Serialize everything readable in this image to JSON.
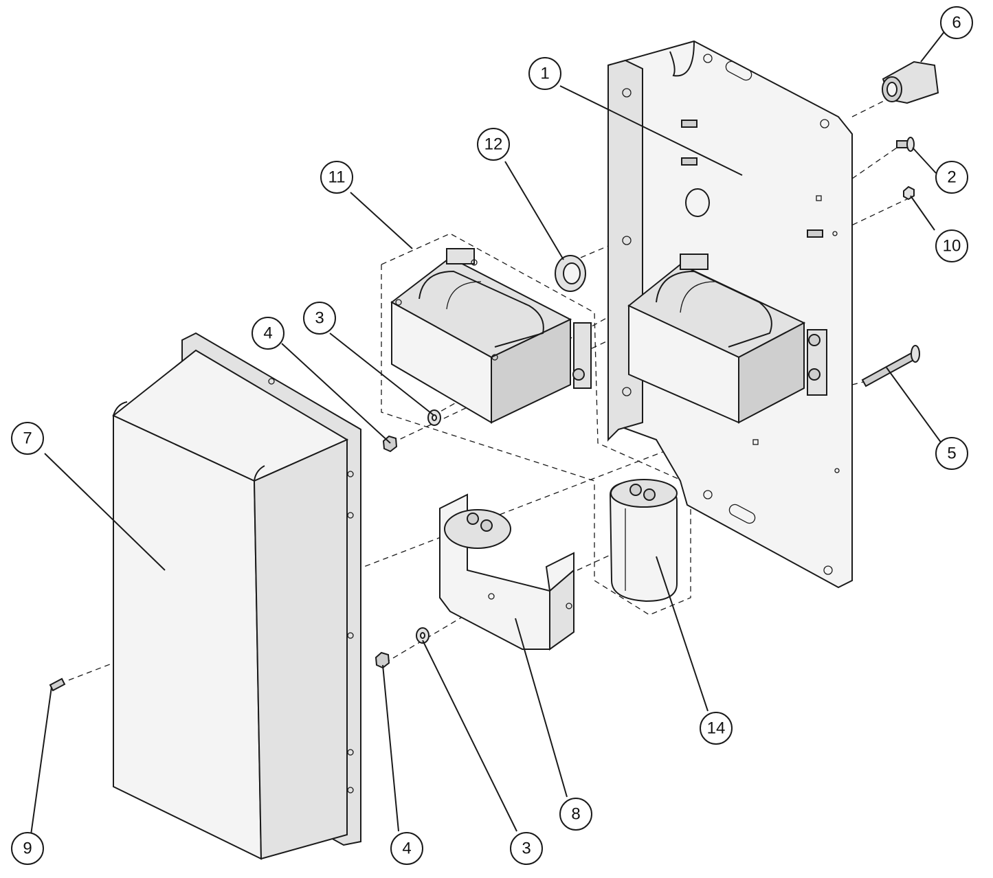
{
  "diagram": {
    "callouts": [
      {
        "id": "c1",
        "label": "1"
      },
      {
        "id": "c2",
        "label": "2"
      },
      {
        "id": "c3a",
        "label": "3"
      },
      {
        "id": "c3b",
        "label": "3"
      },
      {
        "id": "c4a",
        "label": "4"
      },
      {
        "id": "c4b",
        "label": "4"
      },
      {
        "id": "c5",
        "label": "5"
      },
      {
        "id": "c6",
        "label": "6"
      },
      {
        "id": "c7",
        "label": "7"
      },
      {
        "id": "c8",
        "label": "8"
      },
      {
        "id": "c9",
        "label": "9"
      },
      {
        "id": "c10",
        "label": "10"
      },
      {
        "id": "c11",
        "label": "11"
      },
      {
        "id": "c12",
        "label": "12"
      },
      {
        "id": "c14",
        "label": "14"
      }
    ],
    "colors": {
      "line": "#1a1a1a",
      "background": "#ffffff",
      "shade": "#e2e2e2"
    }
  }
}
